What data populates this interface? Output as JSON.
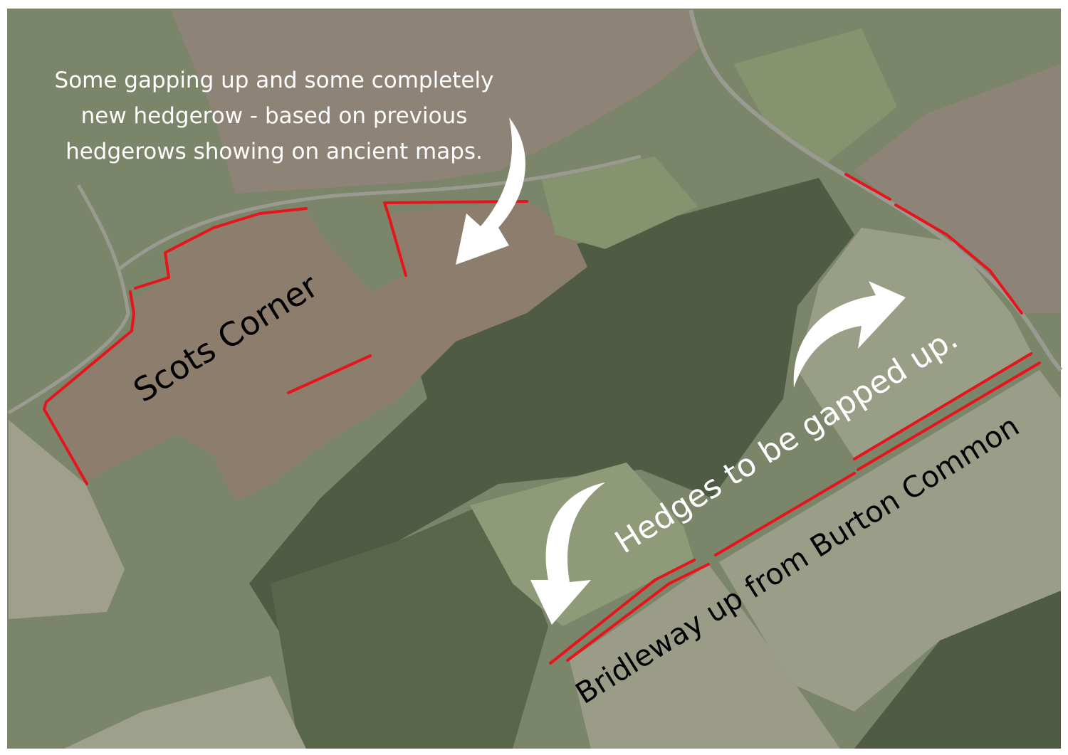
{
  "annotations": {
    "note": "Some gapping up and some completely new hedgerow - based on previous hedgerows showing on ancient maps.",
    "field_name": "Scots Corner",
    "hedges": "Hedges to be gapped up.",
    "bridleway": "Bridleway up from Burton Common"
  },
  "colors": {
    "hedge_line": "#e8141c",
    "arrow": "#ffffff",
    "ploughed_field": "#8e8272",
    "grass": "#7d8a6c",
    "woodland": "#4f5c43"
  }
}
